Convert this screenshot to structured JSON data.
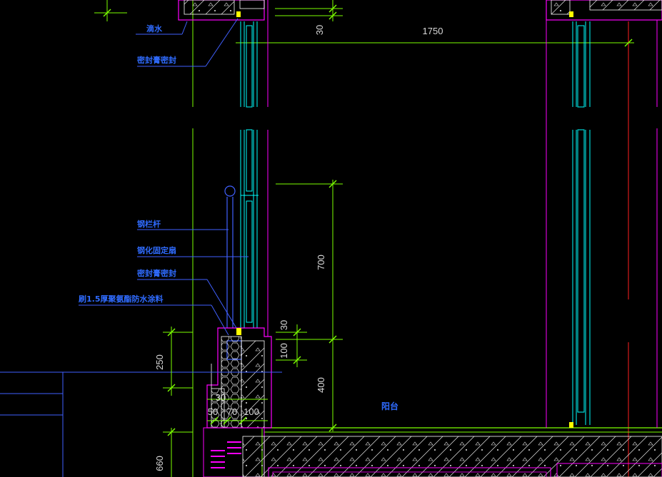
{
  "drawing": {
    "dimensions": {
      "d_30_top": "30",
      "d_1750": "1750",
      "d_700": "700",
      "d_30_mid": "30",
      "d_100": "100",
      "d_400": "400",
      "d_250": "250",
      "d_30_bot": "30",
      "d_50": "50",
      "d_70": "70",
      "d_100b": "100",
      "d_660": "660"
    },
    "labels": {
      "drip": "滴水",
      "seal_top": "密封膏密封",
      "rail": "钢栏杆",
      "glass": "钢化固定扇",
      "seal_mid": "密封膏密封",
      "waterproof": "刷1.5厚聚氨酯防水涂料"
    },
    "room_label": "阳台",
    "colors": {
      "background": "#000000",
      "magenta": "#ff00ff",
      "cyan": "#00ffff",
      "green": "#7cff00",
      "white": "#ffffff",
      "blue": "#2f6bff",
      "red": "#ff2020",
      "yellow": "#ffff00"
    }
  }
}
